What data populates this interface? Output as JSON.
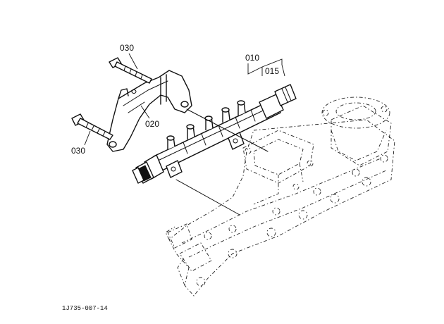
{
  "callouts": {
    "bolt_upper": "030",
    "bolt_lower": "030",
    "bracket": "020",
    "rail_assembly": "010",
    "pressure_sensor": "015"
  },
  "footer": {
    "drawing_code": "1J735-007-14"
  }
}
